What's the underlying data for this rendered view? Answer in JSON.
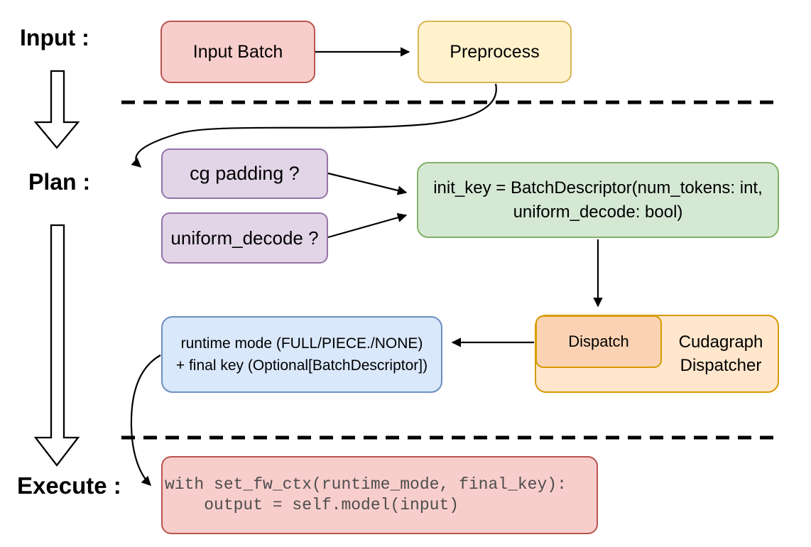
{
  "sections": {
    "input_label": "Input :",
    "plan_label": "Plan :",
    "execute_label": "Execute :"
  },
  "nodes": {
    "input_batch": "Input Batch",
    "preprocess": "Preprocess",
    "cg_padding": "cg padding ?",
    "uniform_decode": "uniform_decode ?",
    "init_key": {
      "line1": "init_key = BatchDescriptor(num_tokens: int,",
      "line2": "uniform_decode: bool)"
    },
    "runtime_key": {
      "line1": "runtime mode (FULL/PIECE./NONE)",
      "line2": "+ final key (Optional[BatchDescriptor])"
    },
    "dispatch": "Dispatch",
    "dispatcher": {
      "line1": "Cudagraph",
      "line2": "Dispatcher"
    },
    "execute_code": {
      "line1": "with set_fw_ctx(runtime_mode, final_key):",
      "line2": "    output = self.model(input)"
    }
  },
  "colors": {
    "red_fill": "#f8cecc",
    "red_stroke": "#b85450",
    "yellow_fill": "#fff2cc",
    "yellow_stroke": "#d6b656",
    "purple_fill": "#e1d5e7",
    "purple_stroke": "#9673a6",
    "green_fill": "#d5e8d4",
    "green_stroke": "#82b366",
    "blue_fill": "#dae8fc",
    "blue_stroke": "#6c8ebf",
    "orange_fill": "#ffe6cc",
    "orange_stroke": "#d79b00",
    "dispatch_fill": "#fbd3b4",
    "code_text": "#4d4d4d",
    "connector": "#000000",
    "background": "#ffffff"
  }
}
